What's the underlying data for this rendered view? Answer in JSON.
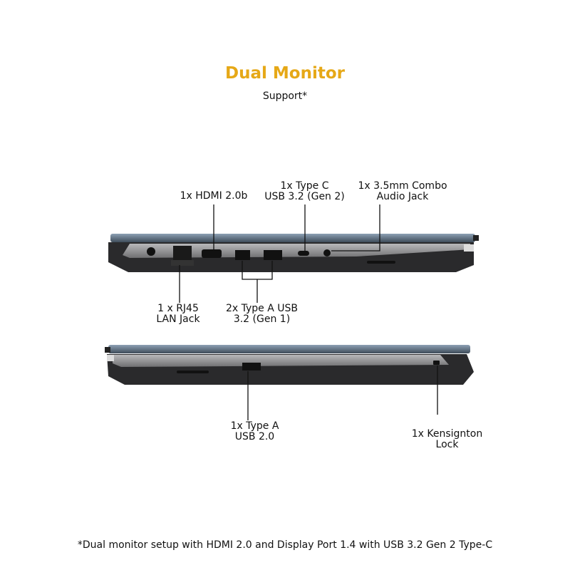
{
  "header": {
    "title": "Dual Monitor",
    "subtitle": "Support*"
  },
  "left_side": {
    "labels": {
      "hdmi": "1x HDMI 2.0b",
      "type_c": "1x Type C\nUSB 3.2 (Gen 2)",
      "audio": "1x 3.5mm Combo\nAudio Jack",
      "rj45": "1 x RJ45\nLAN Jack",
      "usb_a": "2x Type A USB\n3.2 (Gen 1)"
    }
  },
  "right_side": {
    "labels": {
      "usb2": "1x Type A\nUSB 2.0",
      "kensington": "1x Kensignton\nLock"
    }
  },
  "footnote": "*Dual monitor setup with HDMI 2.0 and Display Port 1.4 with USB 3.2 Gen 2 Type-C",
  "colors": {
    "accent": "#e6a817",
    "lid": "#5a6a7c",
    "body": "#2a2a2c",
    "strip": "#8a8a8c"
  }
}
